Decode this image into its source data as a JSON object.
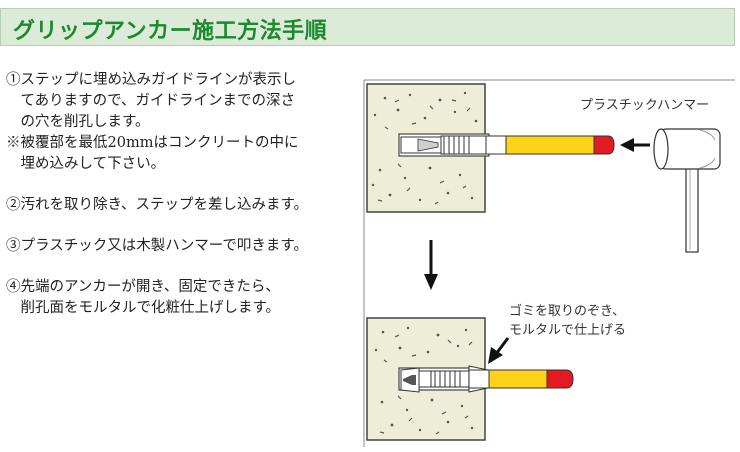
{
  "header": {
    "title": "グリップアンカー施工方法手順"
  },
  "steps": [
    {
      "text": "①ステップに埋め込みガイドラインが表示し\n　てありますので、ガイドラインまでの深さ\n　の穴を削孔します。"
    },
    {
      "text": "※被覆部を最低20mmはコンクリートの中に\n　埋め込みして下さい。"
    },
    {
      "text": "②汚れを取り除き、ステップを差し込みます。"
    },
    {
      "text": "③プラスチック又は木製ハンマーで叩きます。"
    },
    {
      "text": "④先端のアンカーが開き、固定できたら、\n　削孔面をモルタルで化粧仕上げします。"
    }
  ],
  "diagram": {
    "hammer_label": "プラスチックハンマー",
    "finish_label_line1": "ゴミを取りのぞき、",
    "finish_label_line2": "モルタルで仕上げる"
  },
  "colors": {
    "title_green": "#1b8a2e",
    "header_bg": "#dcebd7",
    "concrete": "#eeeed8",
    "step_yellow": "#ffd21a",
    "cap_red": "#e21b23"
  }
}
